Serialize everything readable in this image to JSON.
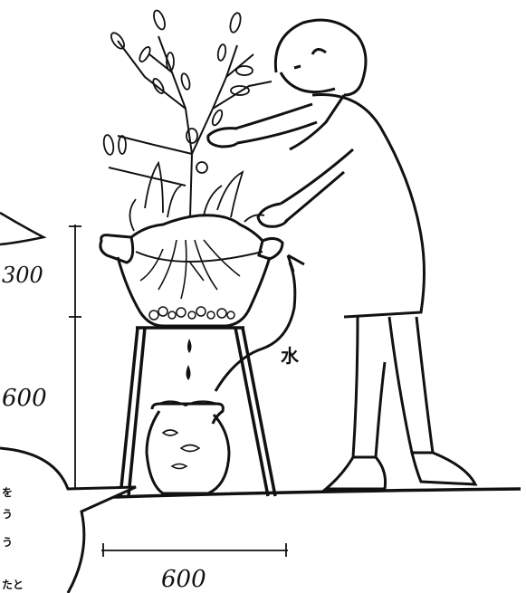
{
  "dimensions": {
    "height_upper": "300",
    "height_lower": "600",
    "width_bottom": "600"
  },
  "annotations": {
    "water_label": "水",
    "bubble_lines": [
      "を",
      "う",
      "う",
      "たと"
    ]
  },
  "colors": {
    "ink": "#111111",
    "paper": "#ffffff"
  }
}
